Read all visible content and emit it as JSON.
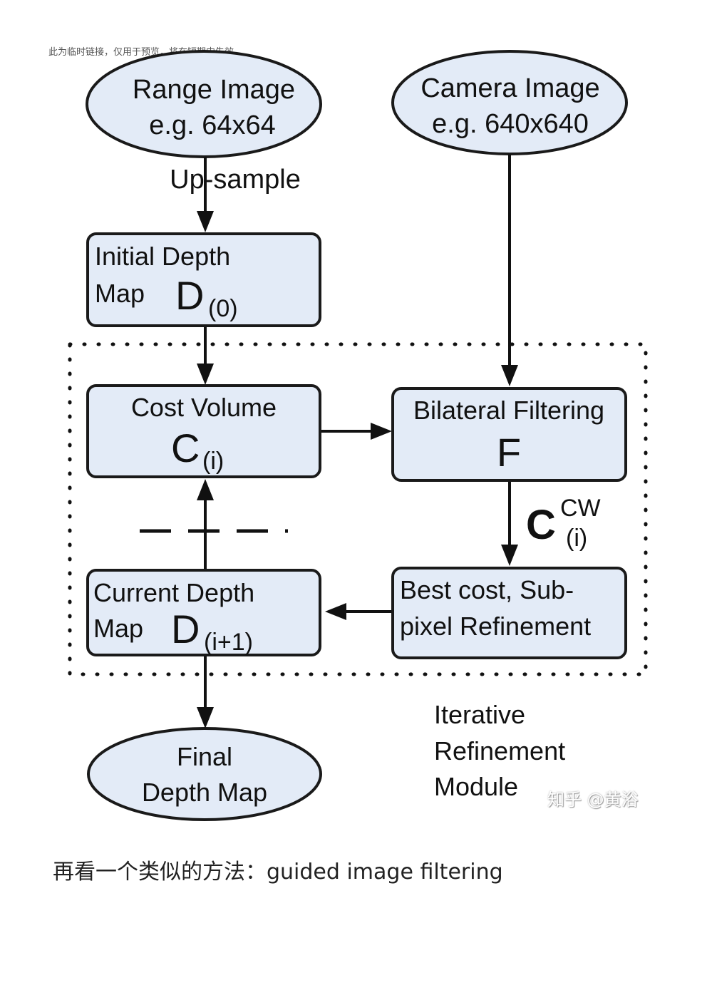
{
  "notice": "此为临时链接，仅用于预览，将在短期内失效。",
  "diagram": {
    "range_image": {
      "line1": "Range Image",
      "line2": "e.g. 64x64"
    },
    "camera_image": {
      "line1": "Camera Image",
      "line2": "e.g. 640x640"
    },
    "upsample": "Up-sample",
    "initial_depth": {
      "line1": "Initial Depth",
      "line2": "Map",
      "symbol": "D",
      "sub": "(0)"
    },
    "cost_volume": {
      "line1": "Cost Volume",
      "symbol": "C",
      "sub": "(i)"
    },
    "bilateral": {
      "line1": "Bilateral Filtering",
      "symbol": "F"
    },
    "ccw": {
      "symbol": "C",
      "sup": "CW",
      "sub": "(i)"
    },
    "best_cost": {
      "line1": "Best cost, Sub-",
      "line2": "pixel Refinement"
    },
    "current_depth": {
      "line1": "Current Depth",
      "line2": "Map",
      "symbol": "D",
      "sub": "(i+1)"
    },
    "final": {
      "line1": "Final",
      "line2": "Depth Map"
    },
    "module": {
      "line1": "Iterative",
      "line2": "Refinement",
      "line3": "Module"
    }
  },
  "watermark": "知乎 @黄浴",
  "caption": "再看一个类似的方法：guided image filtering",
  "colors": {
    "node_fill": "#e3ebf7",
    "stroke": "#1a1a1a"
  }
}
